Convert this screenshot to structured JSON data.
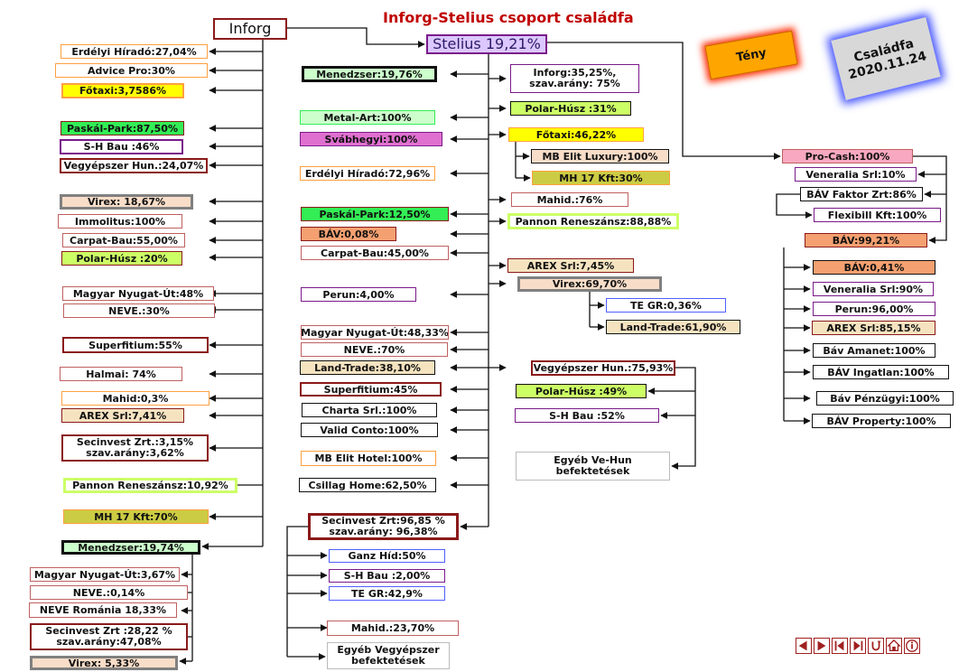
{
  "title": "Inforg-Stelius csoport családfa",
  "badges": {
    "teny": "Tény",
    "csaladfa_line1": "Családfa",
    "csaladfa_line2": "2020.11.24"
  },
  "nodes": {
    "inforg": "Inforg",
    "stelius": "Stelius 19,21%",
    "erdelyi_hirado_l": "Erdélyi Híradó:27,04%",
    "advice_pro": "Advice Pro:30%",
    "fotaxi_l": "Főtaxi:3,7586%",
    "paskal_park_l": "Paskál-Park:87,50%",
    "sh_bau_l": "S-H Bau :46%",
    "vegyepszer_l": "Vegyépszer Hun.:24,07%",
    "virex_l": "Virex: 18,67%",
    "immolitus": "Immolitus:100%",
    "carpat_bau_l": "Carpat-Bau:55,00%",
    "polar_husz_l": "Polar-Húsz :20%",
    "magyar_nyugat_l": "Magyar Nyugat-Út:48%",
    "neve_l": "NEVE.:30%",
    "superfitium_l": "Superfitium:55%",
    "halmai": "Halmai: 74%",
    "mahid_l": "Mahid:0,3%",
    "arex_l": "AREX Srl:7,41%",
    "secinvest_l": "Secinvest Zrt.:3,15% szav.arány:3,62%",
    "pannon_l": "Pannon Reneszánsz:10,92%",
    "mh17_l": "MH 17 Kft:70%",
    "menedzser_l": "Menedzser:19,74%",
    "magyar_nyugat_bl": "Magyar Nyugat-Út:3,67%",
    "neve_bl": "NEVE.:0,14%",
    "neve_romania": "NEVE Románia 18,33%",
    "secinvest_bl": "Secinvest Zrt :28,22 % szav.arány:47,08%",
    "virex_bl": "Virex: 5,33%",
    "menedzser_m": "Menedzser:19,76%",
    "metal_art": "Metal-Art:100%",
    "svabhegyi": "Svábhegyi:100%",
    "erdelyi_hirado_m": "Erdélyi Híradó:72,96%",
    "paskal_park_m": "Paskál-Park:12,50%",
    "bav_m": "BÁV:0,08%",
    "carpat_bau_m": "Carpat-Bau:45,00%",
    "perun_m": "Perun:4,00%",
    "magyar_nyugat_m": "Magyar Nyugat-Út:48,33%",
    "neve_m": "NEVE.:70%",
    "land_trade_m": "Land-Trade:38,10%",
    "superfitium_m": "Superfitium:45%",
    "charta": "Charta Srl.:100%",
    "valid_conto": "Valid Conto:100%",
    "mb_elit_hotel": "MB Elit Hotel:100%",
    "csillag_home": "Csillag Home:62,50%",
    "secinvest_m": "Secinvest Zrt:96,85 % szav.arány: 96,38%",
    "ganz_hid": "Ganz Híd:50%",
    "sh_bau_m": "S-H Bau :2,00%",
    "te_gr_m": "TE GR:42,9%",
    "mahid_m": "Mahid.:23,70%",
    "egyeb_vegyepszer": "Egyéb Vegyépszer befektetések",
    "inforg_share": "Inforg:35,25%, szav.arány: 75%",
    "polar_husz_r1": "Polar-Húsz :31%",
    "fotaxi_r": "Főtaxi:46,22%",
    "mb_elit_luxury": "MB Elit Luxury:100%",
    "mh17_r": "MH 17 Kft:30%",
    "mahid_r": "Mahid.:76%",
    "pannon_r": "Pannon Reneszánsz:88,88%",
    "arex_r": "AREX Srl:7,45%",
    "virex_r": "Virex:69,70%",
    "te_gr_r": "TE GR:0,36%",
    "land_trade_r": "Land-Trade:61,90%",
    "vegyepszer_r": "Vegyépszer Hun.:75,93%",
    "polar_husz_r2": "Polar-Húsz :49%",
    "sh_bau_r": "S-H Bau :52%",
    "egyeb_vehun": "Egyéb Ve-Hun befektetések",
    "pro_cash": "Pro-Cash:100%",
    "veneralia_r1": "Veneralia Srl:10%",
    "bav_faktor": "BÁV Faktor Zrt:86%",
    "flexibill": "Flexibill Kft:100%",
    "bav_r": "BÁV:99,21%",
    "bav_r2": "BÁV:0,41%",
    "veneralia_r2": "Veneralia Srl:90%",
    "perun_r": "Perun:96,00%",
    "arex_r2": "AREX Srl:85,15%",
    "bav_amanet": "Báv Amanet:100%",
    "bav_ingatlan": "BÁV Ingatlan:100%",
    "bav_penzugyi": "Báv Pénzügyi:100%",
    "bav_property": "BÁV Property:100%"
  },
  "colors": {
    "title": "#c00000",
    "teny_fill": "#ffa500",
    "lavender": "#dcc8ff",
    "pale_green": "#ccffcc",
    "green": "#33ee55",
    "yellow": "#ffff00",
    "light_lime": "#ccff66",
    "orchid": "#e070d0",
    "peach": "#f8ddc8",
    "salmon": "#f4a070",
    "tan": "#f5e3c0",
    "pink": "#f8a8c0",
    "olive": "#cccc44",
    "dark_red": "#8b1a1a",
    "purple": "#7a1a8a",
    "orange": "#ffa040",
    "brown": "#c06060",
    "blue": "#5060ff",
    "gray": "#808080"
  },
  "nav_icons": [
    "previous-icon",
    "next-icon",
    "first-icon",
    "last-icon",
    "return-icon",
    "home-icon",
    "info-icon"
  ]
}
